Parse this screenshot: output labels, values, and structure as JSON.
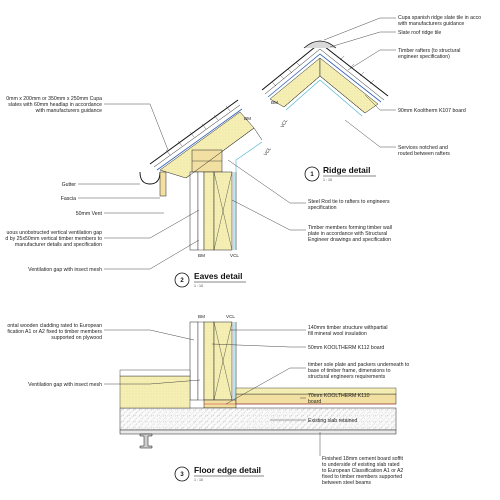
{
  "ridge": {
    "title": "Ridge detail",
    "number": "1",
    "scale": "1 : 10",
    "tag_bm": "BM",
    "tag_vcl": "VCL",
    "notes": [
      "Cupa spanish ridge slate tile in acco",
      "with manufacturers guidance",
      "Slate roof ridge tile",
      "Timber rafters (to structural",
      "engineer specification)",
      "90mm Kooltherm K107 board",
      "Services notched and",
      "routed between rafters"
    ]
  },
  "eaves": {
    "title": "Eaves detail",
    "number": "2",
    "scale": "1 : 10",
    "tag_bm_top": "BM",
    "tag_vcl": "VCL",
    "tag_bm_bottom": "BM",
    "tag_vcl_bottom": "VCL",
    "left_notes": [
      "0mm x 200mm or 350mm x 250mm Cupa",
      "slates with 60mm headlap in accordance",
      "with manufacturers guidance",
      "Gutter",
      "Fascia",
      "50mm Vent",
      "uous unobstructed vertical ventilation gap",
      "d by 25x50mm vertical timber members to",
      "manufacturer details and specification",
      "Ventilation gap with insect mesh"
    ],
    "right_notes": [
      "Steel Rod tie to rafters to engineers",
      "specification",
      "Timber members forming timber wall",
      "plate in accordance with Structural",
      "Engineer drawings and specification"
    ]
  },
  "floor": {
    "title": "Floor edge detail",
    "number": "3",
    "scale": "1 : 10",
    "tag_bm": "BM",
    "tag_vcl": "VCL",
    "left_notes": [
      "ontal wooden cladding rated to European",
      "fication A1 or A2 fixed to timber members",
      "supported on plywood",
      "Ventilation gap with insect mesh"
    ],
    "right_notes": [
      "140mm timber structure withpartial",
      "fill mineral wool insulation",
      "50mm KOOLTHERM K112 board",
      "timber sole plate and packers underneath to",
      "base of timber frame, dimensions to",
      "structural engineers requirements",
      "70mm KOOLTHERM K110",
      "board",
      "Existing slab retained",
      "Finished 18mm cement board soffit",
      "to underside of existing slab rated",
      "to European Classification A1 or A2",
      "fixed to timber members supported",
      "between steel beams"
    ]
  },
  "colors": {
    "insulation": "#f5efb4",
    "timber": "#f2e0a2",
    "membrane_blue": "#2f5fb8",
    "membrane_cyan": "#41b4c8",
    "membrane_red": "#c8302c",
    "line": "#222222"
  }
}
